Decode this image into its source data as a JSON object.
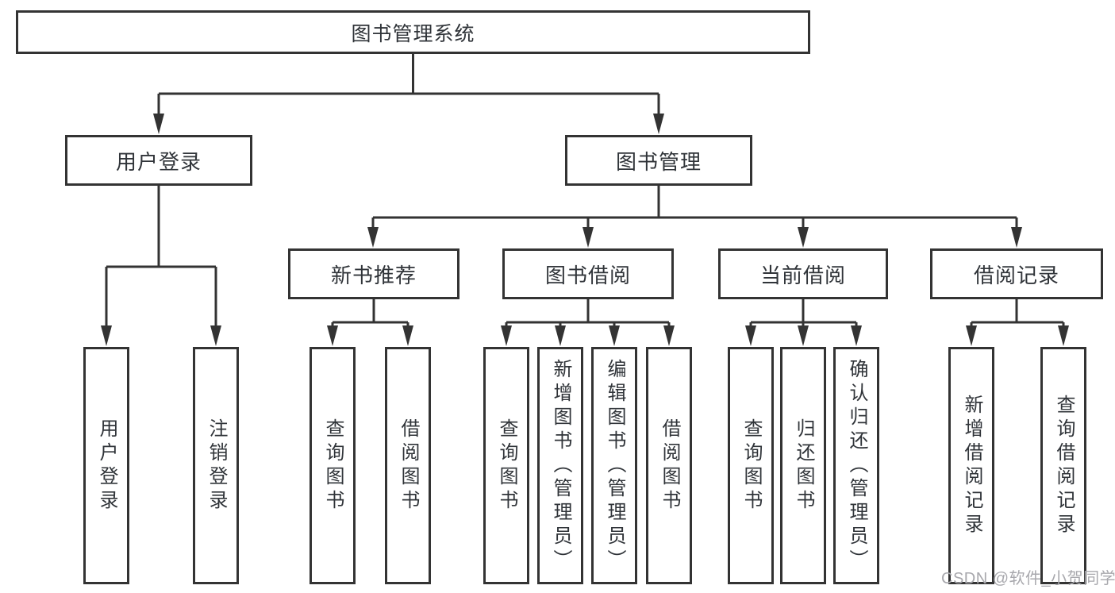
{
  "diagram": {
    "root": {
      "label": "图书管理系统"
    },
    "level2": {
      "user_login": {
        "label": "用户登录"
      },
      "book_management": {
        "label": "图书管理"
      }
    },
    "level3": {
      "new_book_recommendation": {
        "label": "新书推荐"
      },
      "book_borrowing": {
        "label": "图书借阅"
      },
      "current_borrowing": {
        "label": "当前借阅"
      },
      "borrowing_records": {
        "label": "借阅记录"
      }
    },
    "leaves": {
      "user_login": [
        "用户登录",
        "注销登录"
      ],
      "new_book": [
        "查询图书",
        "借阅图书"
      ],
      "book_borrow": [
        "查询图书",
        "新增图书（管理员）",
        "编辑图书（管理员）",
        "借阅图书"
      ],
      "current_borrow": [
        "查询图书",
        "归还图书",
        "确认归还（管理员）"
      ],
      "borrow_record": [
        "新增借阅记录",
        "查询借阅记录"
      ]
    }
  },
  "watermark": {
    "text": "CSDN @软件_小贺同学"
  },
  "colors": {
    "line": "#333333",
    "box_border": "#333333",
    "text": "#303439",
    "watermark": "#a8a8ad",
    "background": "#ffffff"
  }
}
